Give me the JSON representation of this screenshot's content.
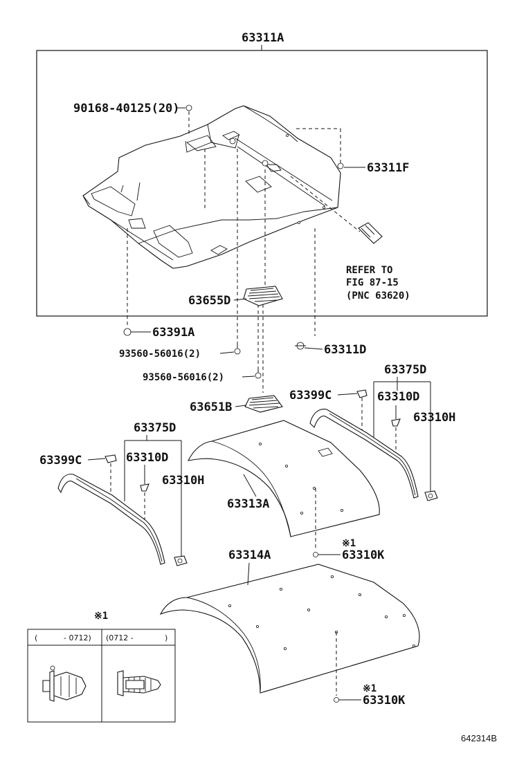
{
  "labels": {
    "headliner_assy": "63311A",
    "screw_90168": "90168-40125(20)",
    "clip_63311F": "63311F",
    "refer_line1": "REFER TO",
    "refer_line2": "FIG 87-15",
    "refer_line3": "(PNC 63620)",
    "pad_63655D": "63655D",
    "clip_63391A": "63391A",
    "screw_93560_a": "93560-56016(2)",
    "clip_63311D": "63311D",
    "screw_93560_b": "93560-56016(2)",
    "garnish_right": "63375D",
    "clip_63399C_right": "63399C",
    "clip_63310D_right": "63310D",
    "pad_63651B": "63651B",
    "clip_63310H_right": "63310H",
    "garnish_left": "63375D",
    "clip_63399C_left": "63399C",
    "clip_63310D_left": "63310D",
    "clip_63310H_left": "63310H",
    "headliner_63313A": "63313A",
    "note_mark_1": "※1",
    "clip_63310K_upper": "63310K",
    "headliner_63314A": "63314A",
    "note_mark_2": "※1",
    "clip_63310K_lower": "63310K",
    "footer_code": "642314B"
  },
  "inset_table": {
    "mark": "※1",
    "col1_header_open": "(",
    "col1_header_range": "- 0712)",
    "col2_header_range": "(0712 -",
    "col2_header_close": ")"
  }
}
